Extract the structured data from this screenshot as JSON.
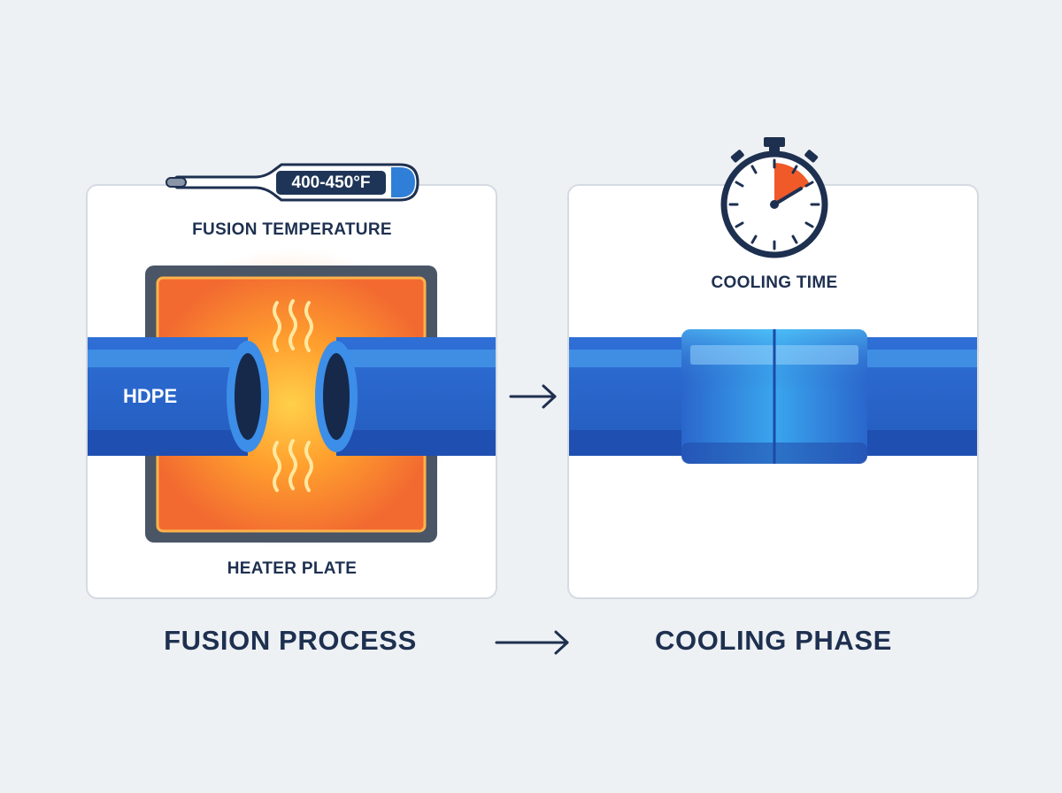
{
  "fusion_panel": {
    "thermometer_reading": "400-450°F",
    "temperature_label": "FUSION TEMPERATURE",
    "pipe_label": "HDPE",
    "heater_label": "HEATER PLATE",
    "caption": "FUSION PROCESS"
  },
  "cooling_panel": {
    "timer_label": "COOLING TIME",
    "caption": "COOLING PHASE"
  },
  "icons": [
    "thermometer-icon",
    "heat-waves-icon",
    "stopwatch-icon",
    "arrow-right-icon"
  ],
  "colors": {
    "background": "#eef1f4",
    "text_dark": "#1e3050",
    "pipe_blue": "#2a66c9",
    "heater_orange": "#f26a30",
    "timer_accent": "#f05a28"
  }
}
